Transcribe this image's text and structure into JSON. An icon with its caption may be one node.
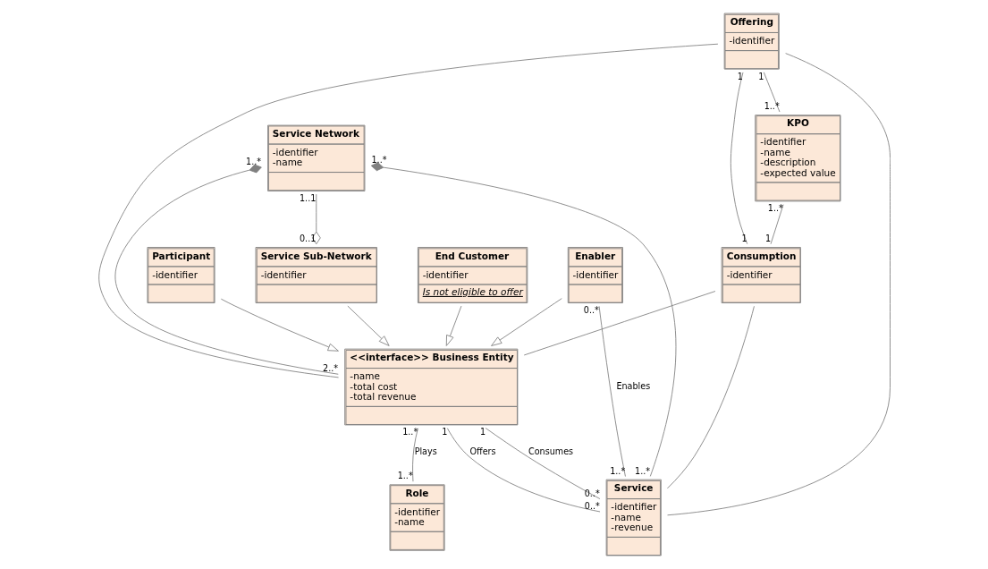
{
  "diagram": {
    "nodes": [
      {
        "text": [
          "Service Network",
          "-identifier",
          "-name"
        ]
      },
      {
        "text": [
          "Role",
          "-identifier",
          "-name"
        ]
      },
      {
        "text": [
          "<<interface>> Business Entity",
          "-name",
          "-total cost",
          "-total revenue"
        ]
      },
      {
        "text": [
          "Offering",
          "-identifier"
        ]
      },
      {
        "text": [
          "KPO",
          "-identifier",
          "-name",
          "-description",
          "-expected value"
        ]
      },
      {
        "text": [
          "Consumption",
          "-identifier"
        ]
      },
      {
        "text": [
          "Service",
          "-identifier",
          "-name",
          "-revenue"
        ]
      },
      {
        "text": [
          "Service Sub-Network",
          "-identifier"
        ]
      },
      {
        "text": [
          "Participant",
          "-identifier"
        ]
      },
      {
        "text": [
          "End Customer",
          "-identifier",
          "Is not eligible to offer"
        ]
      },
      {
        "text": [
          "Enabler",
          "-identifier"
        ]
      }
    ],
    "edges": [
      {
        "from": 0,
        "to": 7,
        "arrow": "other"
      },
      {
        "from": 0,
        "to": 2,
        "arrow": "other"
      },
      {
        "from": 0,
        "to": 6,
        "arrow": "other"
      },
      {
        "from": 2,
        "to": 6,
        "arrow": "none",
        "label": "Offers"
      },
      {
        "from": 3,
        "to": 2,
        "arrow": "none"
      },
      {
        "from": 3,
        "to": 6,
        "arrow": "none"
      },
      {
        "from": 3,
        "to": 5,
        "arrow": "none"
      },
      {
        "from": 4,
        "to": 5,
        "arrow": "none"
      },
      {
        "from": 3,
        "to": 4,
        "arrow": "none"
      },
      {
        "from": 2,
        "to": 6,
        "arrow": "none",
        "label": "Consumes"
      },
      {
        "from": 5,
        "to": 2,
        "arrow": "none"
      },
      {
        "from": 5,
        "to": 6,
        "arrow": "none"
      },
      {
        "from": 2,
        "to": 1,
        "arrow": "none",
        "label": "Plays"
      },
      {
        "from": 10,
        "to": 6,
        "arrow": "none",
        "label": "Enables"
      },
      {
        "from": 7,
        "to": 2,
        "arrow": "to"
      },
      {
        "from": 8,
        "to": 2,
        "arrow": "to"
      },
      {
        "from": 9,
        "to": 2,
        "arrow": "to"
      },
      {
        "from": 10,
        "to": 2,
        "arrow": "to"
      }
    ],
    "labels": [
      "1..1",
      "1..*",
      "1..*",
      "1",
      "0..*",
      "1..*",
      "2..*",
      "1",
      "1..*",
      "1",
      "1",
      "1",
      "1..*",
      "1..*",
      "1..*",
      "1",
      "0..*",
      "1..*",
      "0..1",
      "0..*"
    ]
  }
}
